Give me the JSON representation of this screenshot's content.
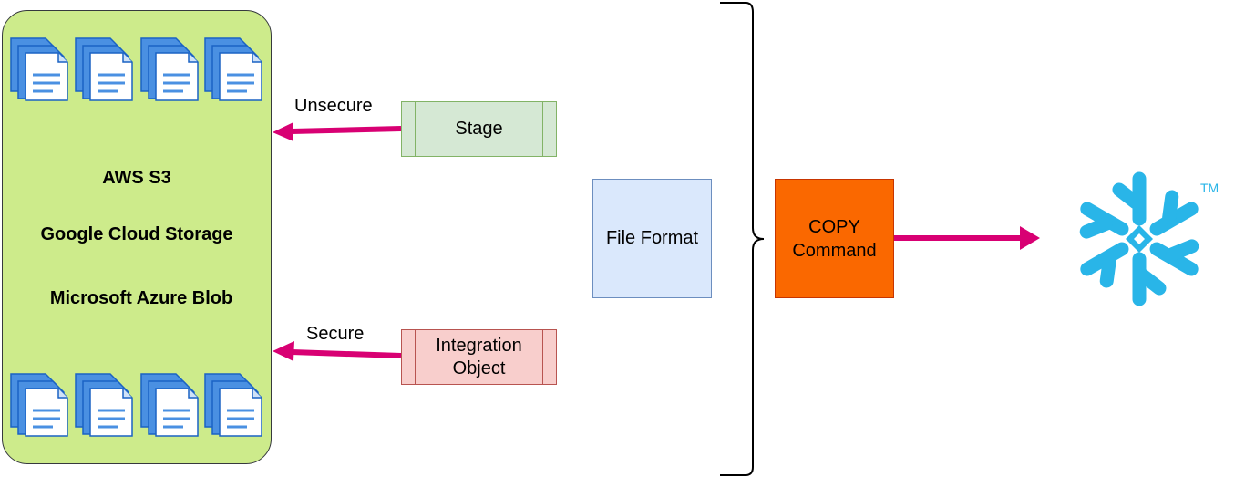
{
  "storage": {
    "providers": [
      "AWS S3",
      "Google Cloud Storage",
      "Microsoft Azure Blob"
    ],
    "fill_color": "#cdeb8b"
  },
  "stage": {
    "label": "Stage",
    "arrow_label": "Unsecure"
  },
  "integration": {
    "label_line1": "Integration",
    "label_line2": "Object",
    "arrow_label": "Secure"
  },
  "file_format": {
    "label": "File Format"
  },
  "copy_command": {
    "label_line1": "COPY",
    "label_line2": "Command"
  },
  "snowflake": {
    "trademark": "TM",
    "color": "#29b5e8"
  },
  "colors": {
    "arrow": "#d80073",
    "stage_fill": "#d5e8d4",
    "integration_fill": "#f8cecc",
    "file_format_fill": "#dae8fc",
    "copy_fill": "#fa6800"
  }
}
